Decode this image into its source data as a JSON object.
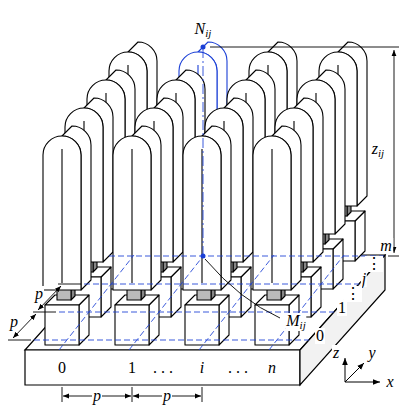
{
  "diagram": {
    "labels": [
      "Nij",
      "zij",
      "p",
      "p",
      "m",
      "⋮",
      "j",
      "⋮",
      "1",
      "0",
      "Mij",
      "z",
      "y",
      "x",
      "0",
      "1",
      ". . .",
      "i",
      ". . .",
      "n",
      "p",
      "p"
    ]
  }
}
